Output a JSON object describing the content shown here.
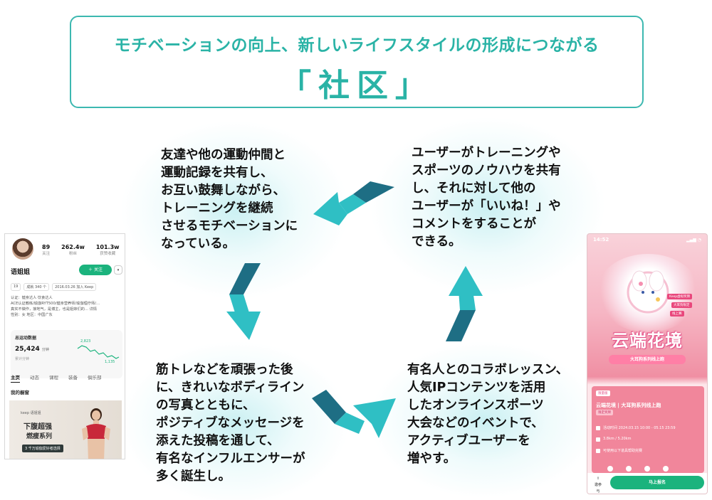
{
  "header": {
    "subtitle": "モチベーションの向上、新しいライフスタイルの形成につながる",
    "title": "「社区」"
  },
  "cycle": {
    "top_left": [
      "友達や他の運動仲間と",
      "運動記録を共有し、",
      "お互い鼓舞しながら、",
      "トレーニングを継続",
      "させるモチベーションに",
      "なっている。"
    ],
    "top_right": [
      "ユーザーがトレーニングや",
      "スポーツのノウハウを共有",
      "し、それに対して他の",
      "ユーザーが「いいね！」や",
      "コメントをすることが",
      "できる。"
    ],
    "bottom_left": [
      "筋トレなどを頑張った後",
      "に、きれいなボディライン",
      "の写真とともに、",
      "ポジティブなメッセージを",
      "添えた投稿を通して、",
      "有名なインフルエンサーが",
      "多く誕生し。"
    ],
    "bottom_right": [
      "有名人とのコラボレッスン、",
      "人気IPコンテンツを活用",
      "したオンラインスポーツ",
      "大会などのイベントで、",
      "アクティブユーザーを",
      "増やす。"
    ]
  },
  "colors": {
    "accent": "#2ab3a6",
    "arrow_dark": "#1e6e84",
    "arrow_light": "#2fbfc4"
  },
  "left_phone": {
    "stats": [
      {
        "value": "89",
        "label": "关注"
      },
      {
        "value": "262.4w",
        "label": "粉丝"
      },
      {
        "value": "101.3w",
        "label": "获赞收藏"
      }
    ],
    "name": "语姐姐",
    "follow_label": "＋ 关注",
    "more_label": "▾",
    "tags": [
      "19",
      "成就 340 个",
      "2016.03.26 加入 Keep"
    ],
    "bio": [
      "认证：健身达人·饮食达人",
      "ACE认证教练/瑜伽RYT500/健身营养师/瑜伽理疗师/…",
      "真实不做作，接地气，是博主，也是姐妹们的… 详情",
      "性别：女  地区：中国广东"
    ],
    "card_title": "总运动数据",
    "card_value": "25,424",
    "card_unit": "分钟",
    "card_sub": "累计分钟",
    "chart_labels": [
      "2,823",
      "1,135"
    ],
    "tabs": [
      "主页",
      "动态",
      "课程",
      "装备",
      "俱乐部"
    ],
    "section": "我的橱窗",
    "banner_brand": "keep 语姐姐",
    "banner_line1": "下腹超强",
    "banner_line2": "燃瘦系列",
    "banner_chip": "3 千万瑜伽爱好者选择"
  },
  "right_phone": {
    "time": "14:52",
    "signal": "▂▄▆ ◔",
    "tag1": "Keep虚拟奖牌",
    "tag2": "大耳狗限定",
    "tag3": "线上赛",
    "title_big": "云端花境",
    "ribbon": "大耳狗系列线上跑",
    "badge": "限量版",
    "name": "云端花境 | 大耳狗系列线上跑",
    "chip": "限定奖牌",
    "line1": "活动时间 2024.03.15 10:00 - 05.15 23:59",
    "line2": "3.8km / 5.20km",
    "line3": "可使用以下道具帮助完赛",
    "share": "邀参与",
    "cta": "马上报名"
  }
}
